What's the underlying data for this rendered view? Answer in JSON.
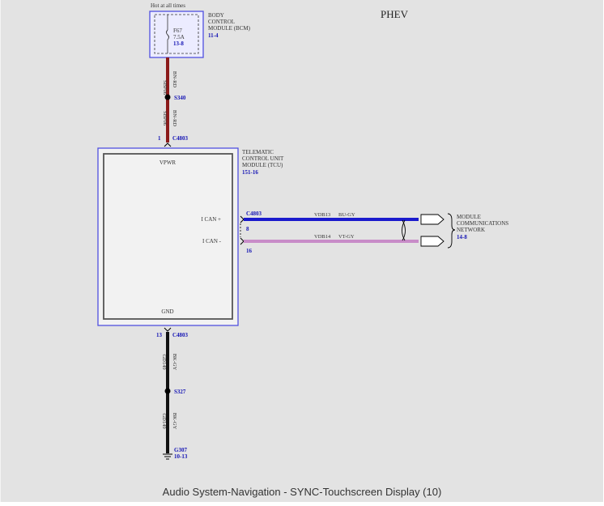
{
  "variant": "PHEV",
  "caption": "Audio System-Navigation - SYNC-Touchscreen Display (10)",
  "colors": {
    "background": "#e3e3e3",
    "module_border": "#5050e0",
    "wire_bn_rd": "#8b1a1a",
    "wire_bu_gy": "#1a1acd",
    "wire_vt_gy": "#c88cc8",
    "wire_bk_gy": "#111111",
    "ref_text": "#1414b4"
  },
  "bcm": {
    "hot_label": "Hot at all times",
    "fuse_id": "F67",
    "fuse_rating": "7.5A",
    "fuse_ref": "13-8",
    "name_lines": [
      "BODY",
      "CONTROL",
      "MODULE (BCM)"
    ],
    "ref": "11-4"
  },
  "power_wire": {
    "circuit": "SBP06",
    "color": "BN-RD",
    "splice": "S340"
  },
  "tcu": {
    "name_lines": [
      "TELEMATIC",
      "CONTROL UNIT",
      "MODULE (TCU)"
    ],
    "ref": "151-16",
    "vpwr": "VPWR",
    "gnd": "GND",
    "ican_plus": "I CAN +",
    "ican_minus": "I CAN -",
    "top_pin": "1",
    "top_connector": "C4803",
    "can_connector": "C4803",
    "can_plus_pin": "8",
    "can_minus_pin": "16",
    "gnd_pin": "13",
    "gnd_connector": "C4803"
  },
  "can_wires": {
    "plus_circuit": "VDB13",
    "plus_color": "BU-GY",
    "minus_circuit": "VDB14",
    "minus_color": "VT-GY"
  },
  "network": {
    "name_lines": [
      "MODULE",
      "COMMUNICATIONS",
      "NETWORK"
    ],
    "ref": "14-8"
  },
  "ground_wire": {
    "circuit": "GD149",
    "color": "BK-GY",
    "splice": "S327",
    "ground": "G307",
    "ground_ref": "10-13"
  }
}
